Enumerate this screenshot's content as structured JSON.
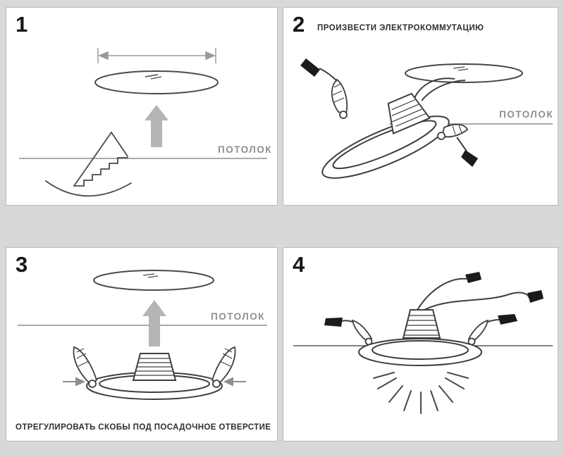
{
  "page": {
    "background": "#d8d8d8",
    "panel_background": "#ffffff"
  },
  "panels": [
    {
      "number": "1",
      "ceiling_label": "ПОТОЛОК"
    },
    {
      "number": "2",
      "title": "ПРОИЗВЕСТИ ЭЛЕКТРОКОММУТАЦИЮ",
      "ceiling_label": "ПОТОЛОК"
    },
    {
      "number": "3",
      "ceiling_label": "ПОТОЛОК",
      "caption": "ОТРЕГУЛИРОВАТЬ СКОБЫ ПОД ПОСАДОЧНОЕ ОТВЕРСТИЕ"
    },
    {
      "number": "4"
    }
  ],
  "colors": {
    "outline": "#3f3f3f",
    "muted_line": "#8f8f8f",
    "arrow_fill": "#b5b5b5",
    "connector_black": "#1b1b1b"
  }
}
